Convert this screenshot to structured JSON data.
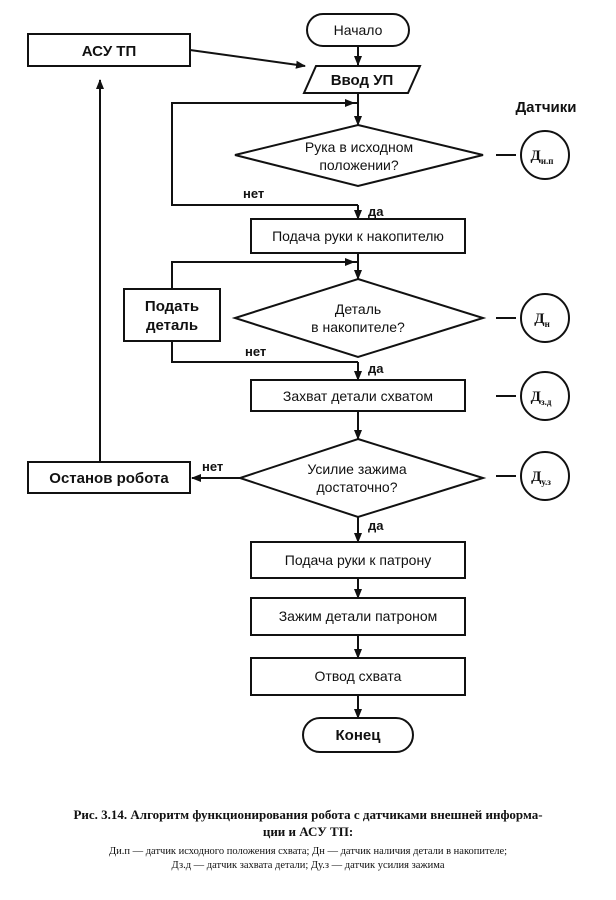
{
  "diagram": {
    "start": "Начало",
    "input": "Ввод УП",
    "asu": "АСУ ТП",
    "sensors_header": "Датчики",
    "d1_question_line1": "Рука в исходном",
    "d1_question_line2": "положении?",
    "step1": "Подача руки к накопителю",
    "d2_question_line1": "Деталь",
    "d2_question_line2": "в накопителе?",
    "feed_line1": "Подать",
    "feed_line2": "деталь",
    "step2": "Захват детали схватом",
    "d3_question_line1": "Усилие зажима",
    "d3_question_line2": "достаточно?",
    "stop": "Останов робота",
    "step3": "Подача руки к патрону",
    "step4": "Зажим детали патроном",
    "step5": "Отвод схвата",
    "end": "Конец",
    "yes": "да",
    "no": "нет",
    "sensor_letter": "Д",
    "sensor1_sub": "и.п",
    "sensor2_sub": "н",
    "sensor3_sub": "з.д",
    "sensor4_sub": "у.з"
  },
  "caption": {
    "title_line1": "Рис. 3.14. Алгоритм функционирования робота с датчиками внешней информа-",
    "title_line2": "ции и АСУ ТП:",
    "legend_line1": "Ди.п — датчик исходного положения схвата; Дн — датчик наличия детали в накопителе;",
    "legend_line2": "Дз.д — датчик захвата детали; Ду.з — датчик усилия зажима"
  }
}
